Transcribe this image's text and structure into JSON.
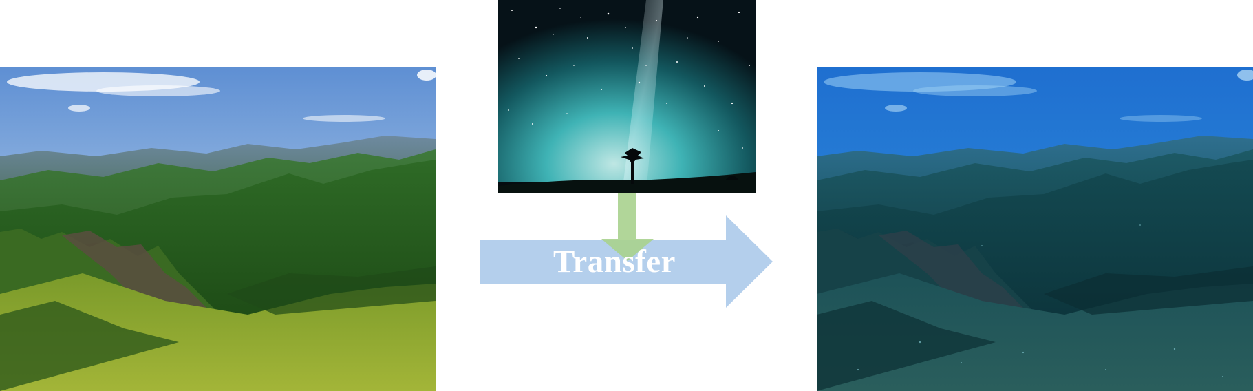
{
  "diagram": {
    "transfer_label": "Transfer",
    "colors": {
      "transfer_arrow": "#b4cfec",
      "down_arrow": "#a9d18e",
      "label_text": "#ffffff",
      "background": "#ffffff"
    },
    "images": {
      "content": "mountain-valley-photo",
      "style": "starry-night-tree-photo",
      "result": "stylized-blue-mountain-valley-photo"
    }
  }
}
